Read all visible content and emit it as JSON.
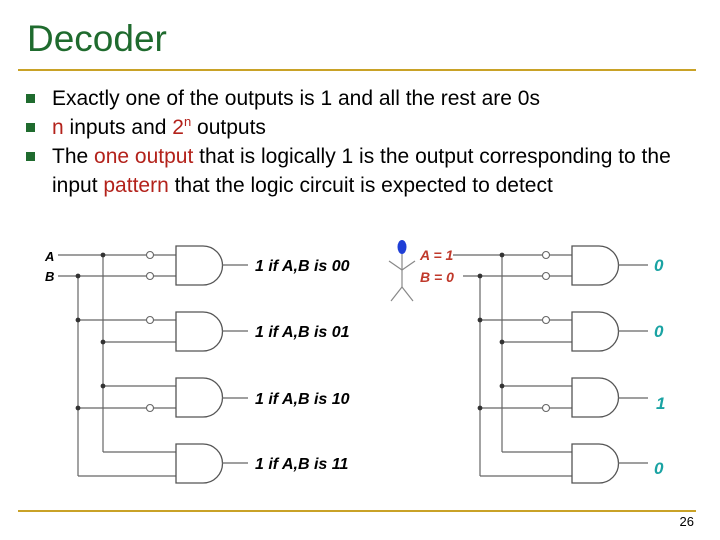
{
  "slide": {
    "title": "Decoder",
    "page_number": "26"
  },
  "bullets": {
    "b1": "Exactly one of the outputs is 1 and all the rest are 0s",
    "b2_n": "n",
    "b2_inputs": " inputs and ",
    "b2_two": "2",
    "b2_exp": "n",
    "b2_outputs": " outputs",
    "b3_pre": "The ",
    "b3_one_output": "one output",
    "b3_mid": " that is logically 1 is the output corresponding to the input ",
    "b3_pattern": "pattern",
    "b3_post": " that the logic circuit is expected to detect"
  },
  "circuit_left": {
    "input_a": "A",
    "input_b": "B",
    "labels": [
      "1 if A,B is 00",
      "1 if A,B is 01",
      "1 if A,B is 10",
      "1 if A,B is 11"
    ]
  },
  "circuit_right": {
    "assignment_a": "A = 1",
    "assignment_b": "B = 0",
    "outputs": [
      "0",
      "0",
      "1",
      "0"
    ]
  },
  "colors": {
    "title": "#1f6b2e",
    "rule": "#c9a227",
    "highlight": "#b3221b",
    "output_value": "#1aa3a3",
    "assignment": "#c0392b",
    "stick_figure_head": "#1f3fd6"
  },
  "icons": {
    "bullet": "square-bullet-icon",
    "figure": "stick-figure-icon"
  }
}
